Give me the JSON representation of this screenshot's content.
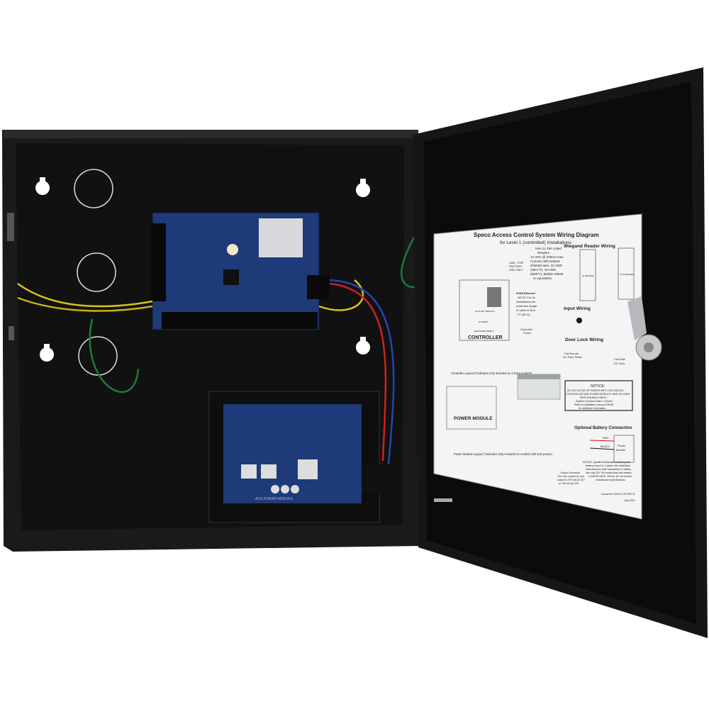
{
  "label": {
    "title": "Speco Access Control System Wiring Diagram",
    "subtitle": "for Level 1 (controlled) Installations",
    "reader_note": [
      "Use UL 294 Listed",
      "Readers",
      "12 VDC @ 200mA max",
      "Connect with twisted",
      "shielded wire, 22 AWG",
      "(250 FT), 18 AWG",
      "(500FT), Belden #9535",
      "or equivalent."
    ],
    "wiegand_heading": "Wiegand Reader Wiring",
    "in_reader": "IN READER",
    "out_reader": "OUT READER",
    "usb_note": [
      "USB - FOR",
      "FACTORY",
      "USE ONLY"
    ],
    "ethernet_note": [
      "RJ45 Ethernet",
      "NOTE: For UL",
      "installations the",
      "maximum length",
      "of cable is 98.5",
      "FT (30 m)"
    ],
    "input_heading": "Input Wiring",
    "door_lock_heading": "Door Lock Wiring",
    "controller": "CONTROLLER",
    "controller_power": [
      "Controller",
      "Power"
    ],
    "factory_default": "FACTORY DEFAULT",
    "ip_reset": "IP RESET",
    "hardware_reset": "HARDWARE RESET",
    "fail_secure": [
      "Fail Secure",
      "DC Door Strike"
    ],
    "fail_safe": [
      "Fail Safe",
      "DC Door"
    ],
    "controller_layout": "Controller Layout (*Indicates only included on 4 Door models)",
    "power_module": "POWER MODULE",
    "power_module_layout": "Power Module Layout (*Indicates only included on models with lock power)",
    "notice_heading": "NOTICE:",
    "notice_lines": [
      "DO NOT ALTER OR TAMPER WITH THIS DEVICE.",
      "CONTROLLER AND POWER MODULE HAVE NO USER",
      "REPLACEABLE PARTS.",
      "System Contains Class 2 Circuits",
      "Refer to Installation manual 106198",
      "for additional information."
    ],
    "battery_heading": "Optional Battery Connection",
    "battery_red": "RED",
    "battery_black": "BLACK",
    "battery_power_module": [
      "Power",
      "Module"
    ],
    "battery_notice": [
      "NOTICE: Qualified technician should replace",
      "battery every 2 to 3 years. See installation",
      "instructions for safe replacement of battery.",
      "Use only 12V 7AH sealed lead acid battery.",
      "CHARGE RATE: 300mA. Do not exceed",
      "manufacturer specifications."
    ],
    "output_connector": [
      "Output Connector",
      "The max current for any",
      "output is 375 mA @ 24V",
      "or 750 mA @ 12V"
    ],
    "document": [
      "Document 100101-SP REV B",
      "July 2019"
    ],
    "power_board_label": "ACS POWER MODULE"
  },
  "colors": {
    "cabinet": "#151515",
    "door": "#0d0d0d",
    "board": "#1e3a78",
    "label": "#f4f4f6"
  }
}
